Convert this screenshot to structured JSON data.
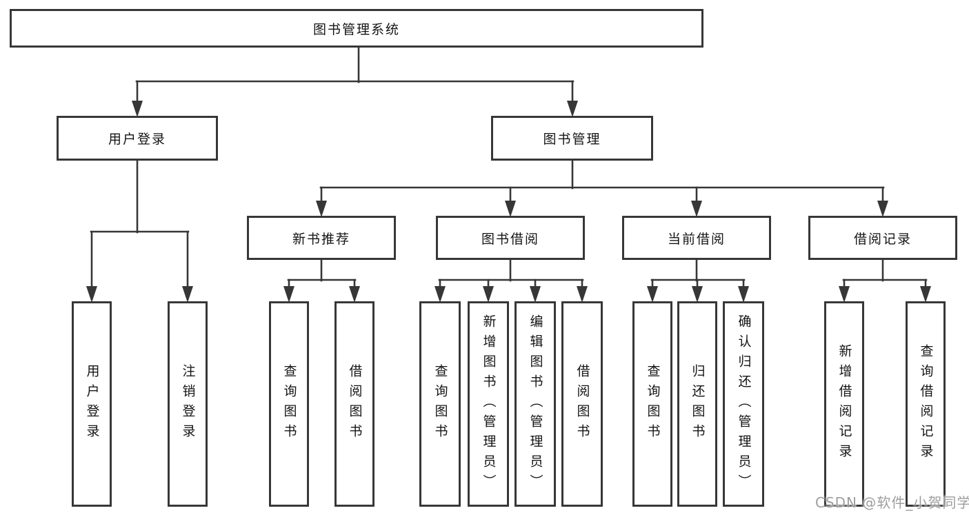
{
  "diagram_type": "tree",
  "tree": {
    "label": "图书管理系统",
    "children": [
      {
        "label": "用户登录",
        "children": [
          {
            "label": "用户登录"
          },
          {
            "label": "注销登录"
          }
        ]
      },
      {
        "label": "图书管理",
        "children": [
          {
            "label": "新书推荐",
            "children": [
              {
                "label": "查询图书"
              },
              {
                "label": "借阅图书"
              }
            ]
          },
          {
            "label": "图书借阅",
            "children": [
              {
                "label": "查询图书"
              },
              {
                "label": "新增图书（管理员）"
              },
              {
                "label": "编辑图书（管理员）"
              },
              {
                "label": "借阅图书"
              }
            ]
          },
          {
            "label": "当前借阅",
            "children": [
              {
                "label": "查询图书"
              },
              {
                "label": "归还图书"
              },
              {
                "label": "确认归还（管理员）"
              }
            ]
          },
          {
            "label": "借阅记录",
            "children": [
              {
                "label": "新增借阅记录"
              },
              {
                "label": "查询借阅记录"
              }
            ]
          }
        ]
      }
    ]
  },
  "watermark": {
    "text": "CSDN @软件_小贺同学"
  },
  "colors": {
    "line": "#373737",
    "box_border": "#373737",
    "box_fill": "#ffffff",
    "text": "#141414",
    "background": "#ffffff",
    "watermark": "#949494"
  }
}
